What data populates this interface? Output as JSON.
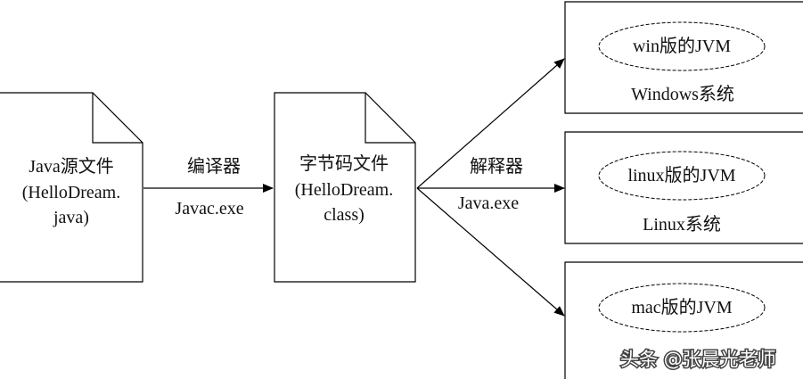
{
  "source_file": {
    "line1": "Java源文件",
    "line2": "(HelloDream.",
    "line3": "java)"
  },
  "compiler": {
    "name": "编译器",
    "exe": "Javac.exe"
  },
  "bytecode_file": {
    "line1": "字节码文件",
    "line2": "(HelloDream.",
    "line3": "class)"
  },
  "interpreter": {
    "name": "解释器",
    "exe": "Java.exe"
  },
  "systems": [
    {
      "jvm": "win版的JVM",
      "os": "Windows系统"
    },
    {
      "jvm": "linux版的JVM",
      "os": "Linux系统"
    },
    {
      "jvm": "mac版的JVM",
      "os": ""
    }
  ],
  "watermark": "头条 @张晨光老师"
}
